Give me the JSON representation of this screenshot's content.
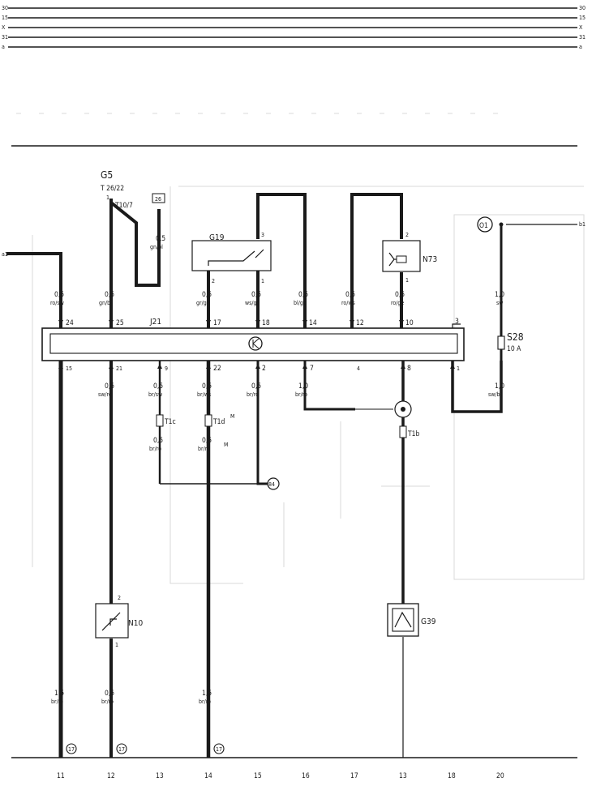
{
  "rails": [
    "30",
    "15",
    "X",
    "31",
    "a"
  ],
  "left_ref": "a1",
  "right_ref": "b1",
  "components": {
    "G5": {
      "name": "G5",
      "sub1": "T 26/22",
      "sub2": "T10/7"
    },
    "box_26": "26",
    "G19": "G19",
    "N73": "N73",
    "J21": "J21",
    "S28": {
      "name": "S28",
      "rating": "10 A"
    },
    "O1": "O1",
    "N10": "N10",
    "G39": "G39",
    "T1c": "T1c",
    "T1d": "T1d",
    "T1b": "T1b",
    "ground_84": "84"
  },
  "gn_bl_wire": {
    "size": "0,5",
    "color": "gn/bl"
  },
  "pins_top": [
    "24",
    "25",
    "17",
    "18",
    "14",
    "12",
    "10",
    "3"
  ],
  "pins_bottom": [
    "15",
    "21",
    "9",
    "22",
    "2",
    "7",
    "4",
    "8",
    "1"
  ],
  "sensor_pins": {
    "g19_3": "3",
    "g19_2": "2",
    "g19_1": "1",
    "n73_2": "2",
    "n73_1": "1",
    "n10_2": "2",
    "n10_1": "1",
    "t10_1": "1"
  },
  "wires_top": [
    {
      "size": "0,5",
      "color": "ro/sw"
    },
    {
      "size": "0,5",
      "color": "gn/bl"
    },
    {
      "size": "0,5",
      "color": "gr/gn"
    },
    {
      "size": "0,5",
      "color": "ws/ge"
    },
    {
      "size": "0,5",
      "color": "bl/ge"
    },
    {
      "size": "0,5",
      "color": "ro/ws"
    },
    {
      "size": "0,5",
      "color": "ro/ge"
    },
    {
      "size": "1,0",
      "color": "sw"
    }
  ],
  "wires_bottom": [
    {
      "size": "0,5",
      "color": "sw/ro"
    },
    {
      "size": "0,5",
      "color": "br/sw"
    },
    {
      "size": "0,5",
      "color": "br/ws"
    },
    {
      "size": "0,5",
      "color": "br/ro"
    },
    {
      "size": "1,0",
      "color": "br/ro"
    },
    {
      "size": "1,0",
      "color": "sw/bl"
    }
  ],
  "wires_mid": [
    {
      "size": "0,5",
      "color": "br/ro"
    },
    {
      "size": "0,5",
      "color": "br/ro",
      "mark": "M"
    }
  ],
  "t1d_mark": "M",
  "wires_ground": [
    {
      "size": "1,5",
      "color": "br/ro"
    },
    {
      "size": "0,5",
      "color": "br/ro"
    },
    {
      "size": "1,5",
      "color": "br/ro"
    }
  ],
  "ground_markers": [
    "17",
    "17",
    "17"
  ],
  "columns": [
    "11",
    "12",
    "13",
    "14",
    "15",
    "16",
    "17",
    "13",
    "18",
    "20"
  ]
}
